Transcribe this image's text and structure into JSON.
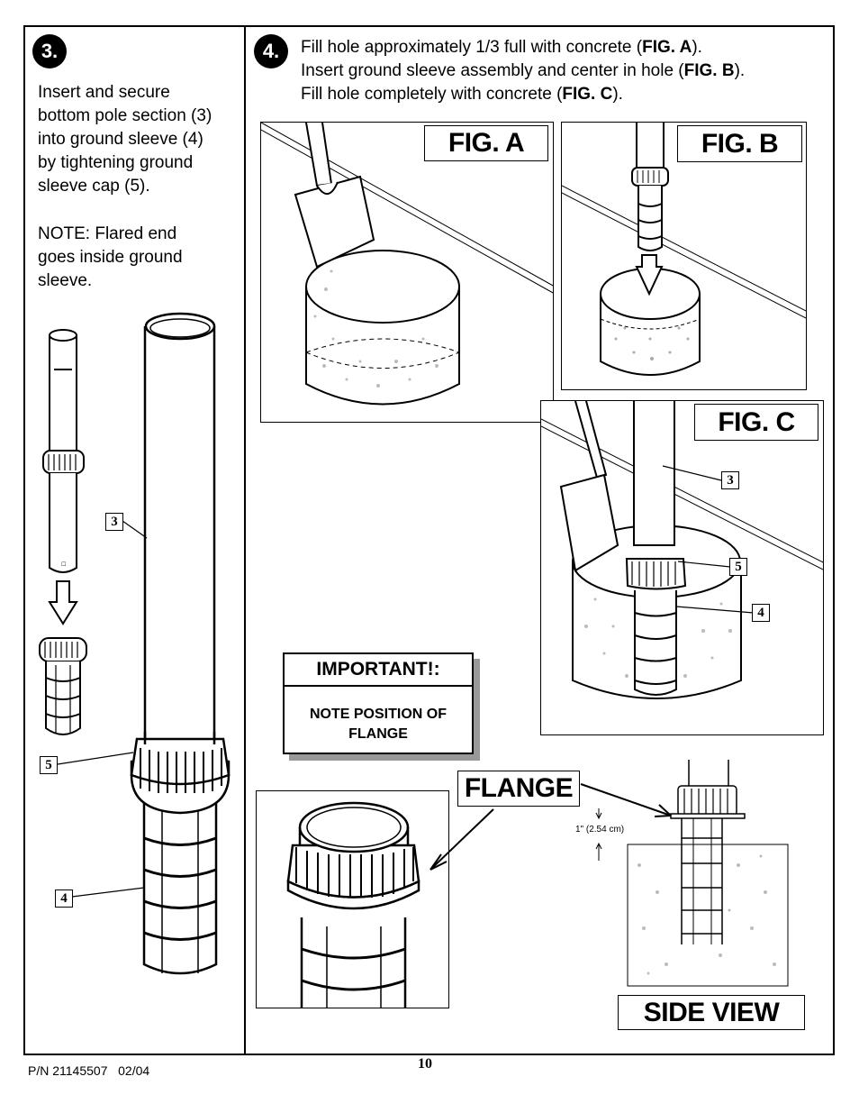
{
  "step3": {
    "number": "3.",
    "text_lines": [
      "Insert and secure",
      "bottom pole section (3)",
      "into ground sleeve (4)",
      "by tightening ground",
      "sleeve cap (5)."
    ],
    "note_lines": [
      "NOTE: Flared end",
      "goes inside ground",
      "sleeve."
    ],
    "callouts": [
      "3",
      "5",
      "4"
    ]
  },
  "step4": {
    "number": "4.",
    "line1": {
      "a": "Fill hole approximately 1/3 full with concrete (",
      "b": "FIG. A",
      "c": ")."
    },
    "line2": {
      "a": "Insert ground sleeve assembly and center in hole (",
      "b": "FIG. B",
      "c": ")."
    },
    "line3": {
      "a": "Fill hole completely with concrete (",
      "b": "FIG. C",
      "c": ")."
    }
  },
  "figures": {
    "fig_a": "FIG. A",
    "fig_b": "FIG. B",
    "fig_c": "FIG. C",
    "fig_c_callouts": [
      "3",
      "5",
      "4"
    ]
  },
  "important": {
    "title": "IMPORTANT!:",
    "line1": "NOTE POSITION OF",
    "line2": "FLANGE"
  },
  "flange_label": "FLANGE",
  "side_view": {
    "label": "SIDE VIEW",
    "dimension": "1\" (2.54 cm)"
  },
  "footer": {
    "part_number": "P/N 21145507   02/04",
    "page_number": "10"
  }
}
